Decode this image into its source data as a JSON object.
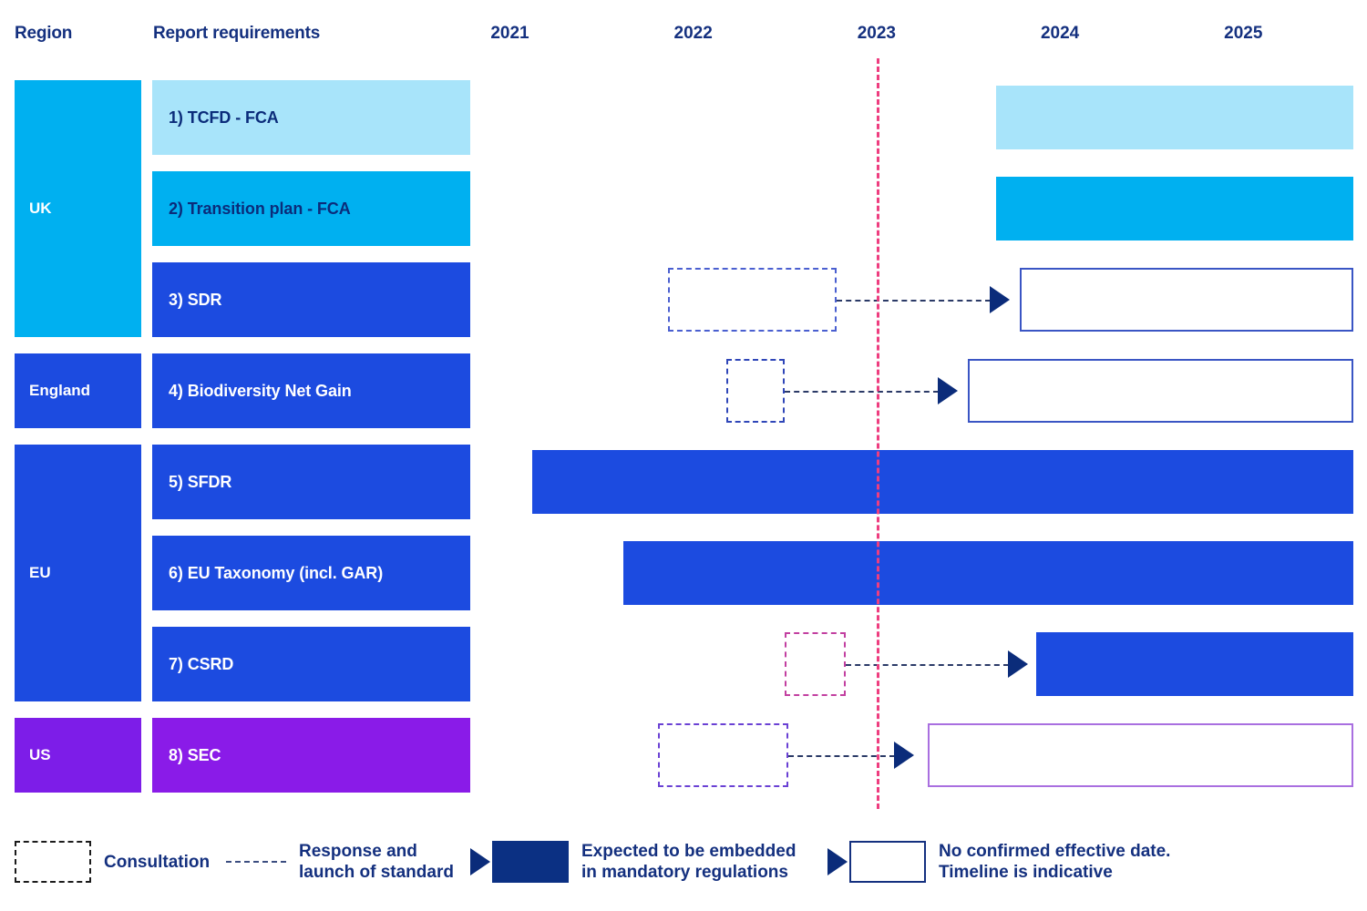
{
  "header": {
    "region_label": "Region",
    "requirements_label": "Report requirements"
  },
  "chart_data": {
    "type": "table",
    "title": "",
    "xlabel": "",
    "ylabel": "",
    "axis_years": [
      "2021",
      "2022",
      "2023",
      "2024",
      "2025"
    ],
    "xlim": [
      2020.6,
      2025.6
    ],
    "grid": false,
    "legend_position": "bottom",
    "current_date_marker": {
      "label": "",
      "x": 2023.0,
      "color": "#EE3D7F"
    },
    "regions": [
      {
        "name": "UK",
        "color": "#00B0F0",
        "rows": 3
      },
      {
        "name": "England",
        "color": "#1C4BE0",
        "rows": 1
      },
      {
        "name": "EU",
        "color": "#1C4BE0",
        "rows": 3
      },
      {
        "name": "US",
        "color": "#7D1DE8",
        "rows": 1
      }
    ],
    "rows": [
      {
        "index": 1,
        "label": "1) TCFD - FCA",
        "region": "UK",
        "label_fill": "#A8E4FA",
        "label_text_color": "#0B2C7A",
        "segments": [
          {
            "kind": "mandatory-bar",
            "color": "#A8E4FA",
            "start": 2023.65,
            "end": 2025.6
          }
        ]
      },
      {
        "index": 2,
        "label": "2) Transition plan - FCA",
        "region": "UK",
        "label_fill": "#00B0F0",
        "label_text_color": "#0B2C7A",
        "segments": [
          {
            "kind": "mandatory-bar",
            "color": "#00B0F0",
            "start": 2023.65,
            "end": 2025.6
          }
        ]
      },
      {
        "index": 3,
        "label": "3) SDR",
        "region": "UK",
        "label_fill": "#1C4BE0",
        "label_text_color": "#FFFFFF",
        "segments": [
          {
            "kind": "consultation",
            "border": "#4A5FD0",
            "start": 2021.86,
            "end": 2022.78
          },
          {
            "kind": "response-line",
            "start": 2022.78,
            "end": 2023.72
          },
          {
            "kind": "indicative-box",
            "border": "#3A55C4",
            "start": 2023.78,
            "end": 2025.6
          }
        ]
      },
      {
        "index": 4,
        "label": "4) Biodiversity Net Gain",
        "region": "England",
        "label_fill": "#1C4BE0",
        "label_text_color": "#FFFFFF",
        "segments": [
          {
            "kind": "consultation",
            "border": "#2F46B8",
            "start": 2022.18,
            "end": 2022.5
          },
          {
            "kind": "response-line",
            "start": 2022.5,
            "end": 2023.44
          },
          {
            "kind": "indicative-box",
            "border": "#3A55C4",
            "start": 2023.5,
            "end": 2025.6
          }
        ]
      },
      {
        "index": 5,
        "label": "5) SFDR",
        "region": "EU",
        "label_fill": "#1C4BE0",
        "label_text_color": "#FFFFFF",
        "segments": [
          {
            "kind": "mandatory-bar",
            "color": "#1C4BE0",
            "start": 2021.12,
            "end": 2025.6
          }
        ]
      },
      {
        "index": 6,
        "label": "6) EU Taxonomy (incl. GAR)",
        "region": "EU",
        "label_fill": "#1C4BE0",
        "label_text_color": "#FFFFFF",
        "segments": [
          {
            "kind": "mandatory-bar",
            "color": "#1C4BE0",
            "start": 2021.62,
            "end": 2025.6
          }
        ]
      },
      {
        "index": 7,
        "label": "7) CSRD",
        "region": "EU",
        "label_fill": "#1C4BE0",
        "label_text_color": "#FFFFFF",
        "segments": [
          {
            "kind": "consultation",
            "border": "#C23FA0",
            "start": 2022.5,
            "end": 2022.83
          },
          {
            "kind": "response-line",
            "start": 2022.83,
            "end": 2023.82
          },
          {
            "kind": "mandatory-bar",
            "color": "#1C4BE0",
            "start": 2023.87,
            "end": 2025.6
          }
        ]
      },
      {
        "index": 8,
        "label": "8) SEC",
        "region": "US",
        "label_fill": "#8A1BE8",
        "label_text_color": "#FFFFFF",
        "segments": [
          {
            "kind": "consultation",
            "border": "#6A41D4",
            "start": 2021.81,
            "end": 2022.52
          },
          {
            "kind": "response-line",
            "start": 2022.52,
            "end": 2023.2
          },
          {
            "kind": "indicative-box",
            "border": "#A96FE0",
            "start": 2023.28,
            "end": 2025.6
          }
        ]
      }
    ]
  },
  "legend": {
    "items": [
      {
        "icon": "dashed-box-icon",
        "label": "Consultation"
      },
      {
        "icon": "dashed-line-icon",
        "label": "Response and\nlaunch of standard"
      },
      {
        "icon": "arrow-filled-box-icon",
        "label": "Expected to be embedded\nin mandatory regulations"
      },
      {
        "icon": "arrow-open-box-icon",
        "label": "No confirmed effective date.\nTimeline is indicative"
      }
    ]
  },
  "colors": {
    "navy": "#14307F",
    "brand_cyan": "#00B0F0",
    "brand_light_cyan": "#A8E4FA",
    "brand_blue": "#1C4BE0",
    "brand_purple": "#7D1DE8",
    "marker_pink": "#EE3D7F",
    "arrow_navy": "#0B2C7A"
  }
}
